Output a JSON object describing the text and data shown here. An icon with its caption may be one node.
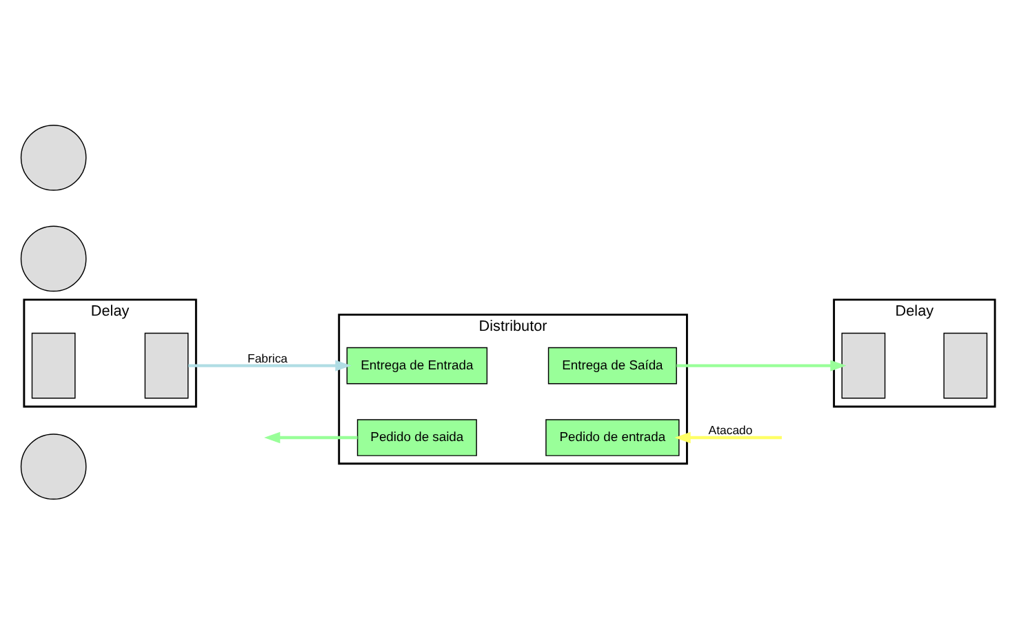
{
  "diagram": {
    "nodes": [
      {
        "text": [],
        "shape": "circle"
      },
      {
        "text": [
          "Distributor"
        ]
      },
      {
        "text": [
          "Pedido de saida"
        ],
        "in": 1
      },
      {
        "text": [
          "Pedido de entrada"
        ],
        "in": 1
      },
      {
        "text": [
          "Delay"
        ]
      },
      {
        "text": [],
        "shape": "box",
        "in": 4
      },
      {
        "text": [],
        "shape": "box",
        "in": 4
      },
      {
        "text": [
          "Entrega de Entrada"
        ],
        "in": 1
      },
      {
        "text": [
          "Entrega de Saída"
        ],
        "in": 1
      },
      {
        "text": [
          "Delay"
        ]
      },
      {
        "text": [],
        "shape": "box",
        "in": 9
      },
      {
        "text": [],
        "shape": "box",
        "in": 9
      },
      {
        "text": [],
        "shape": "circle"
      },
      {
        "text": [],
        "shape": "circle"
      }
    ],
    "edges": [
      {
        "from": 2,
        "to": null,
        "arrow": "to",
        "color": "#99ff99"
      },
      {
        "from": null,
        "to": 3,
        "arrow": "to",
        "label": "Atacado",
        "color": "#ffff66"
      },
      {
        "from": 6,
        "to": 7,
        "arrow": "to",
        "label": "Fabrica",
        "color": "#b0dde4"
      },
      {
        "from": 8,
        "to": 10,
        "arrow": "to",
        "color": "#99ff99"
      }
    ]
  }
}
